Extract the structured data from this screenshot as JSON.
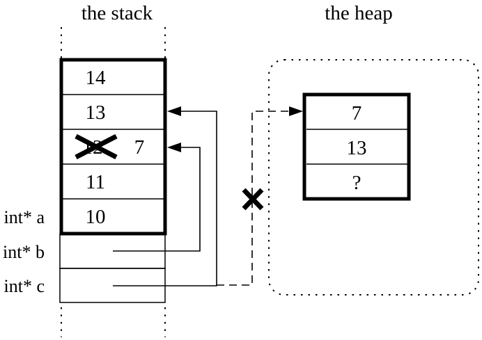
{
  "stack": {
    "title": "the stack",
    "cells": [
      {
        "value": "14"
      },
      {
        "value": "13"
      },
      {
        "value": "12",
        "crossed_out": true,
        "replacement": "7"
      },
      {
        "value": "11"
      },
      {
        "value": "10"
      }
    ],
    "variables": [
      {
        "label": "int* a"
      },
      {
        "label": "int* b"
      },
      {
        "label": "int* c"
      }
    ]
  },
  "heap": {
    "title": "the heap",
    "cells": [
      {
        "value": "7"
      },
      {
        "value": "13"
      },
      {
        "value": "?"
      }
    ]
  },
  "colors": {
    "ink": "#000000",
    "background": "#ffffff"
  }
}
